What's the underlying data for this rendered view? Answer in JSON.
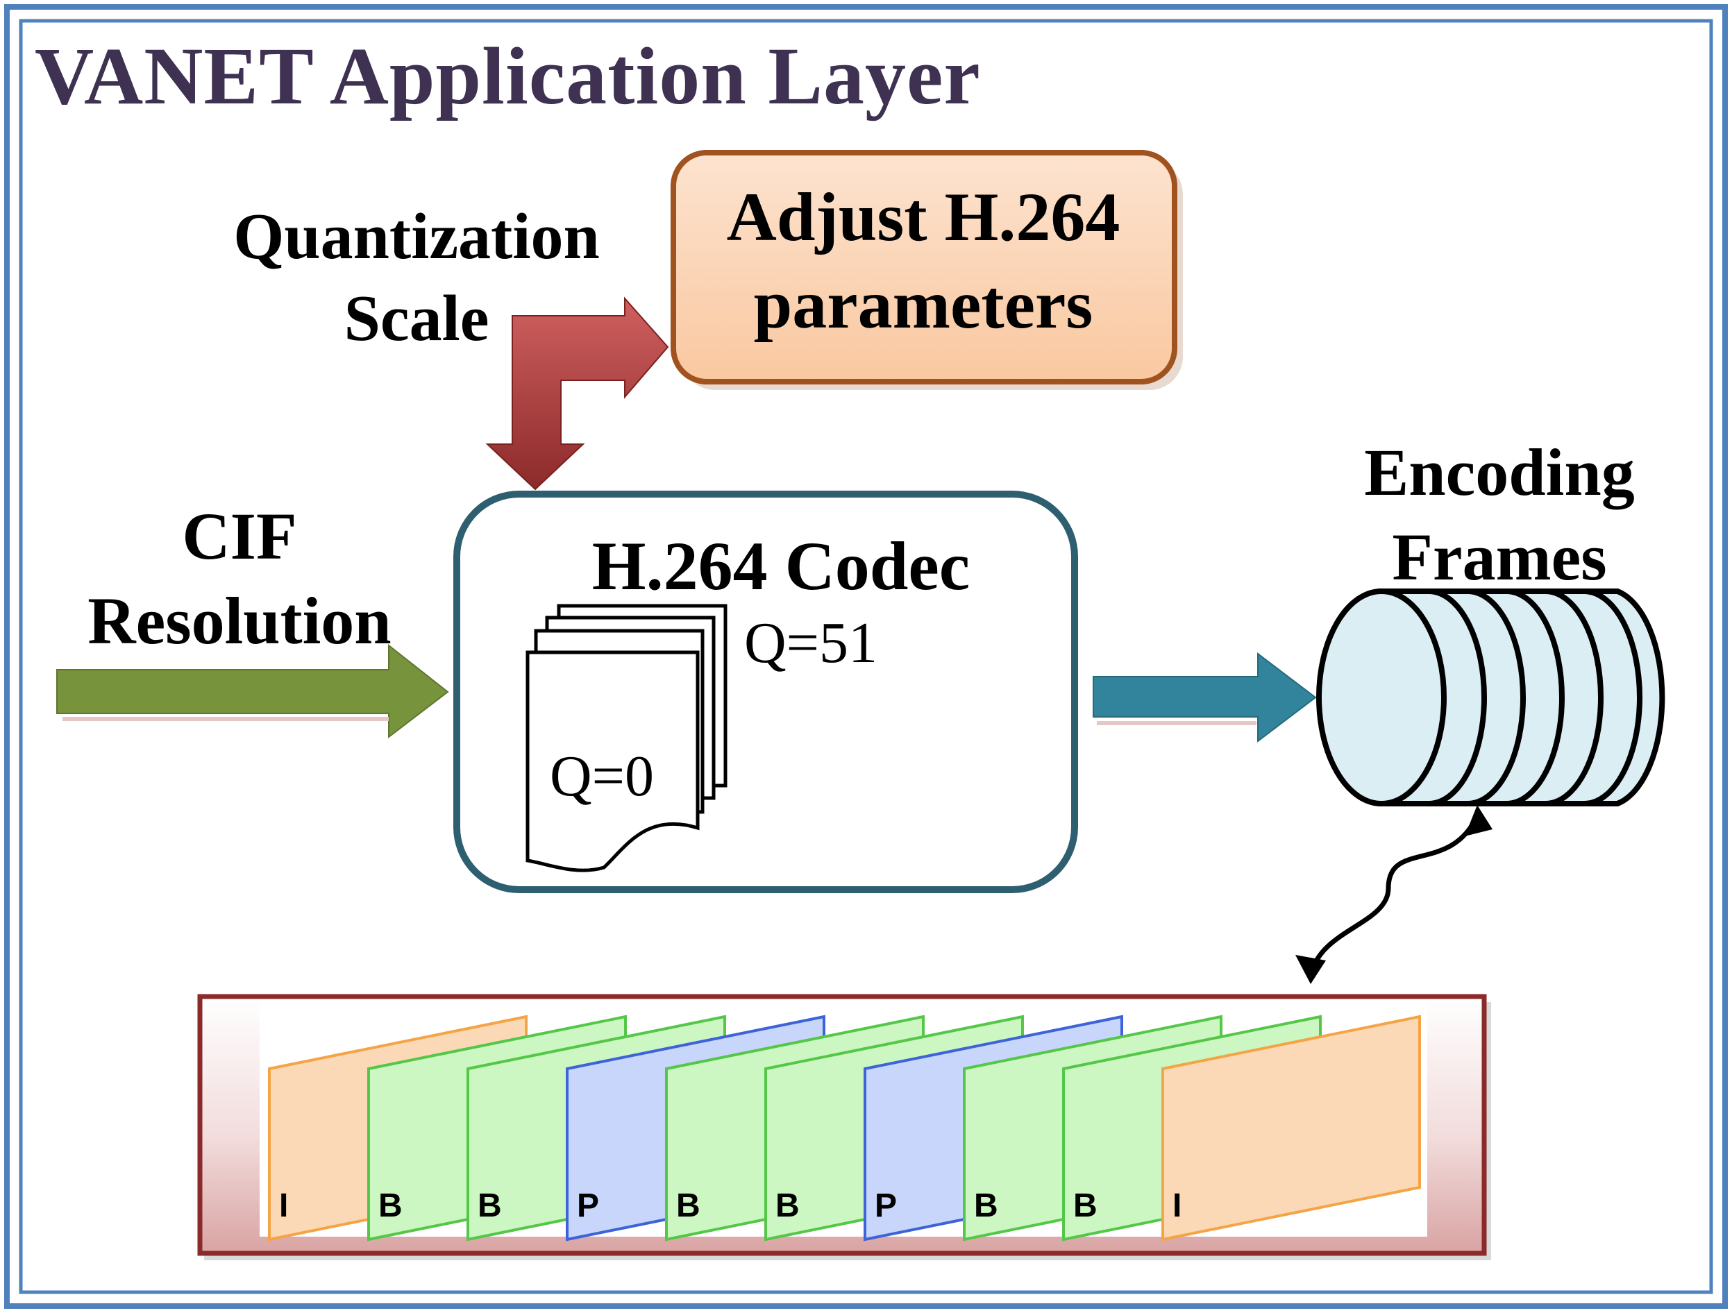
{
  "title": "VANET Application Layer",
  "adjust_box": {
    "line1": "Adjust H.264",
    "line2": "parameters"
  },
  "quantization": {
    "line1": "Quantization",
    "line2": "Scale"
  },
  "cif": {
    "line1": "CIF",
    "line2": "Resolution"
  },
  "codec": {
    "title": "H.264 Codec",
    "q_high": "Q=51",
    "q_low": "Q=0"
  },
  "encoding": {
    "line1": "Encoding",
    "line2": "Frames"
  },
  "frames": [
    {
      "type": "I",
      "color": "#fcd9b6",
      "stroke": "#f4a445"
    },
    {
      "type": "B",
      "color": "#ccf7c2",
      "stroke": "#55c748"
    },
    {
      "type": "B",
      "color": "#ccf7c2",
      "stroke": "#55c748"
    },
    {
      "type": "P",
      "color": "#c8d6fb",
      "stroke": "#3c63d8"
    },
    {
      "type": "B",
      "color": "#ccf7c2",
      "stroke": "#55c748"
    },
    {
      "type": "B",
      "color": "#ccf7c2",
      "stroke": "#55c748"
    },
    {
      "type": "P",
      "color": "#c8d6fb",
      "stroke": "#3c63d8"
    },
    {
      "type": "B",
      "color": "#ccf7c2",
      "stroke": "#55c748"
    },
    {
      "type": "B",
      "color": "#ccf7c2",
      "stroke": "#55c748"
    },
    {
      "type": "I",
      "color": "#fcd9b6",
      "stroke": "#f4a445"
    }
  ],
  "colors": {
    "outer_border": "#4f81bd",
    "title": "#3e3151",
    "adjust_fill": "#fbd4b4",
    "adjust_border": "#a0521f",
    "q_arrow": "#a83a3a",
    "cif_arrow": "#77933c",
    "codec_border": "#2e5f70",
    "enc_arrow": "#31849b",
    "cylinder_fill": "#daeef3",
    "frame_strip_border": "#8b2a2a"
  }
}
